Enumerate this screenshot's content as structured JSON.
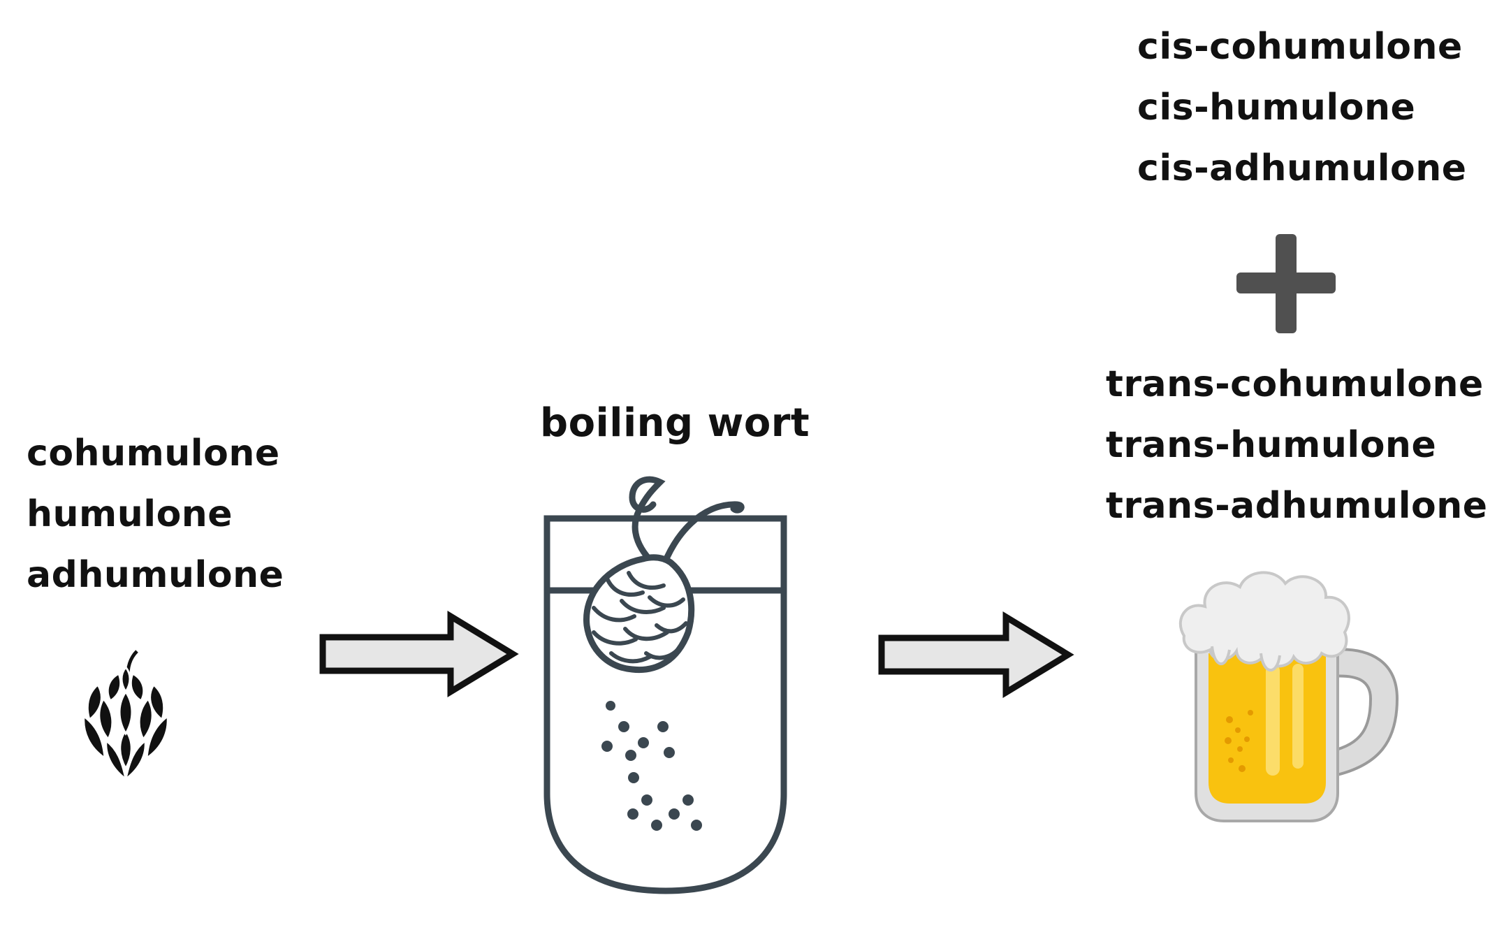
{
  "diagram": {
    "reactants": {
      "items": [
        "cohumulone",
        "humulone",
        "adhumulone"
      ]
    },
    "process": {
      "label": "boiling wort"
    },
    "products": {
      "cis_items": [
        "cis-cohumulone",
        "cis-humulone",
        "cis-adhumulone"
      ],
      "plus_symbol": "+",
      "trans_items": [
        "trans-cohumulone",
        "trans-humulone",
        "trans-adhumulone"
      ]
    },
    "icons": [
      "hop-cone-icon",
      "arrow-right-icon",
      "boiling-vessel-icon",
      "plus-icon",
      "beer-mug-icon"
    ],
    "colors": {
      "text": "#111111",
      "vessel_stroke": "#3b4750",
      "arrow_fill": "#e6e6e6",
      "plus": "#505050",
      "beer": "#f9c20f",
      "foam": "#eeeeee"
    }
  }
}
